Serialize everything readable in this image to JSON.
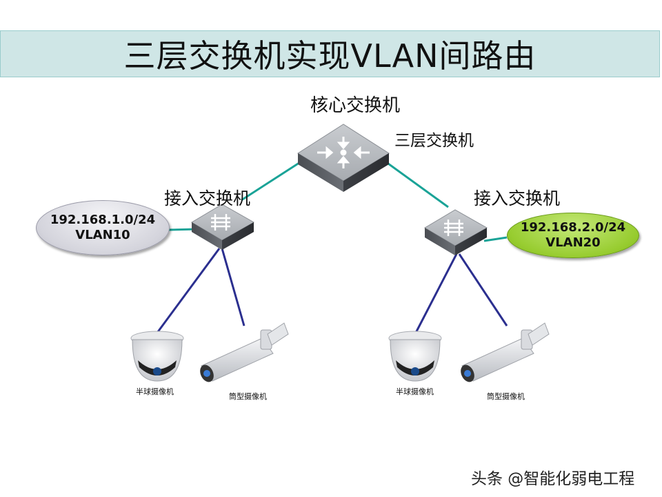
{
  "title": "三层交换机实现VLAN间路由",
  "core_switch": {
    "name": "核心交换机",
    "type_label": "三层交换机"
  },
  "access_left": {
    "name": "接入交换机"
  },
  "access_right": {
    "name": "接入交换机"
  },
  "subnet_left": {
    "network": "192.168.1.0/24",
    "vlan": "VLAN10",
    "color": "#d4d4dc"
  },
  "subnet_right": {
    "network": "192.168.2.0/24",
    "vlan": "VLAN20",
    "color": "#97cc2f"
  },
  "cameras": [
    {
      "label": "半球摄像机"
    },
    {
      "label": "筒型摄像机"
    },
    {
      "label": "半球摄像机"
    },
    {
      "label": "筒型摄像机"
    }
  ],
  "watermark": "头条 @智能化弱电工程",
  "colors": {
    "uplink": "#1aa397",
    "downlink": "#2b2f8f",
    "title_bg": "#cfe6e6"
  }
}
